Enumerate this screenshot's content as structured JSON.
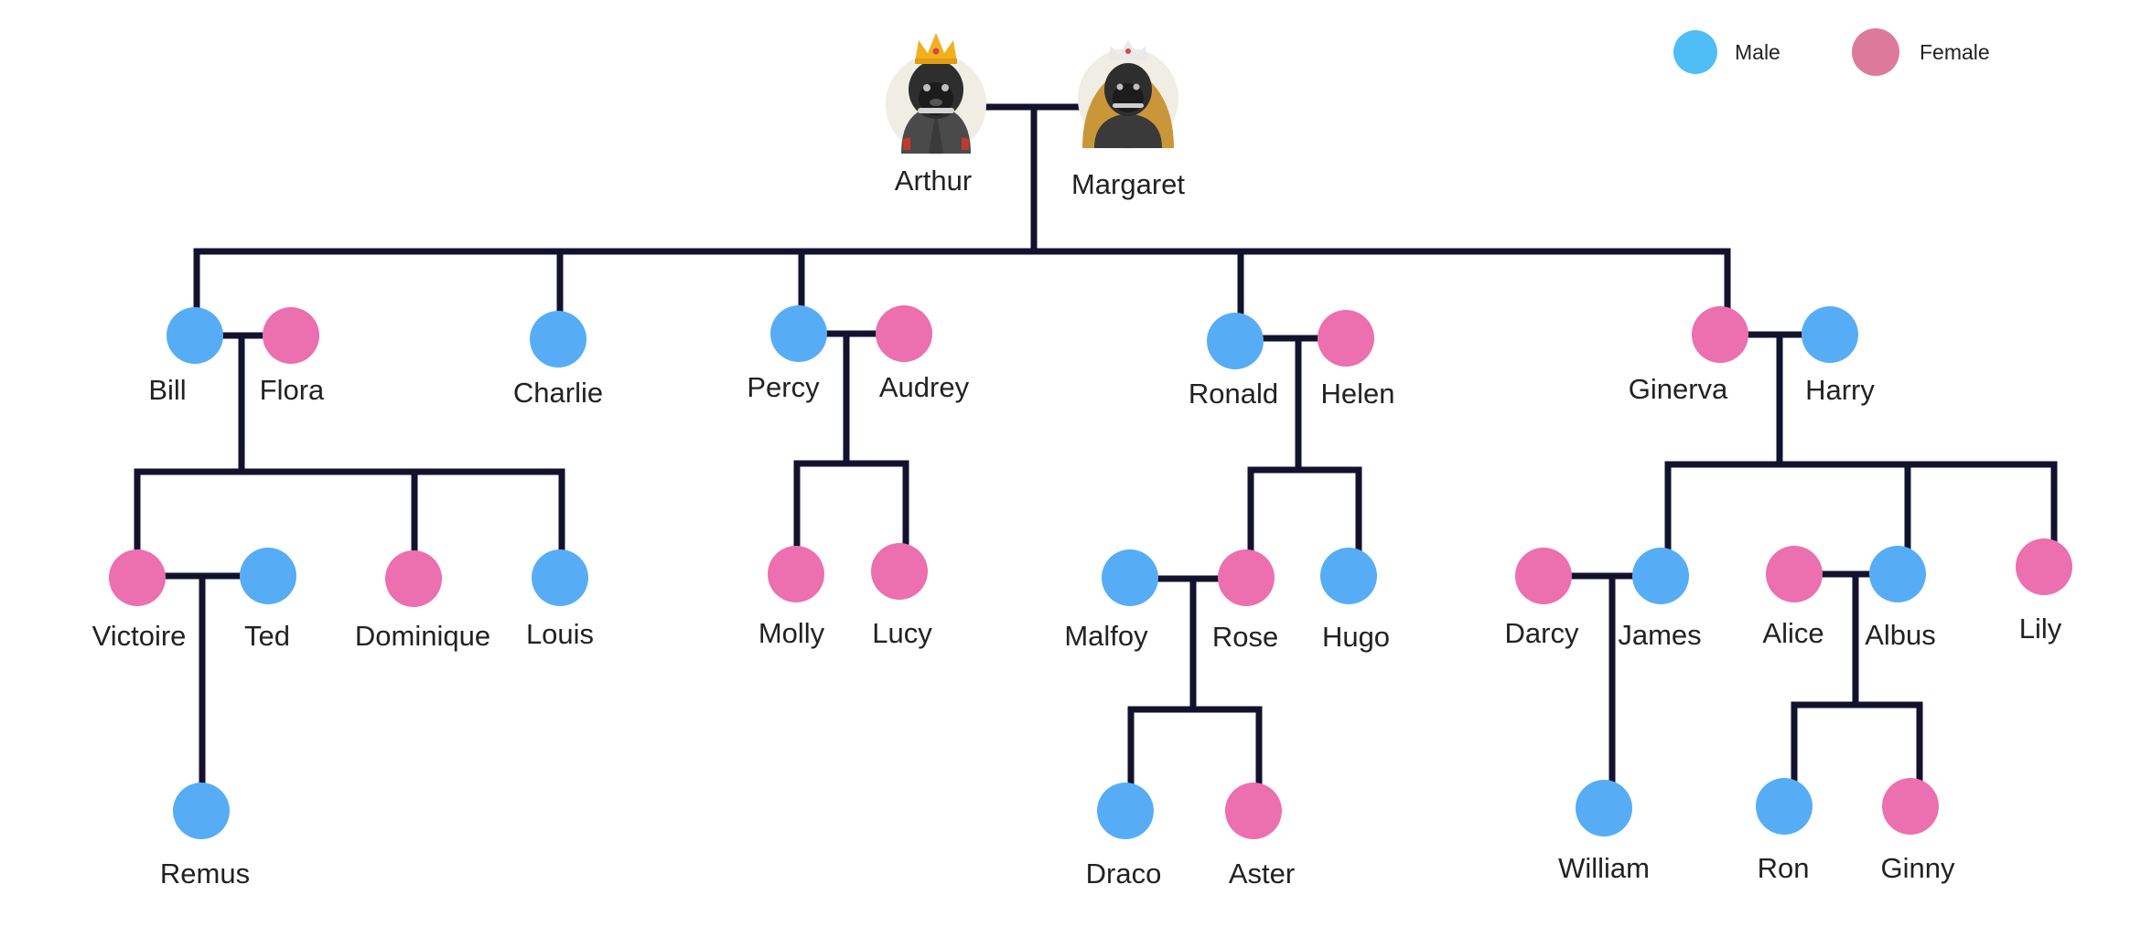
{
  "colors": {
    "male": "#56ADF5",
    "female": "#EC6FAF",
    "legend_male": "#4FBEF7",
    "legend_female": "#DD7A9B",
    "line": "#13122E",
    "text": "#222222",
    "crown_gold": "#F2B01F",
    "tiara_silver": "#E9E9E9",
    "avatar_bg": "#EFEDE4",
    "fur_dark": "#2E2E2E",
    "hair_gold": "#C9973A"
  },
  "legend": {
    "male_label": "Male",
    "female_label": "Female"
  },
  "root": {
    "husband": {
      "name": "Arthur",
      "avatar": "gorilla-king-icon"
    },
    "wife": {
      "name": "Margaret",
      "avatar": "gorilla-queen-icon"
    }
  },
  "people": [
    {
      "id": "bill",
      "name": "Bill",
      "gender": "male"
    },
    {
      "id": "flora",
      "name": "Flora",
      "gender": "female"
    },
    {
      "id": "charlie",
      "name": "Charlie",
      "gender": "male"
    },
    {
      "id": "percy",
      "name": "Percy",
      "gender": "male"
    },
    {
      "id": "audrey",
      "name": "Audrey",
      "gender": "female"
    },
    {
      "id": "ronald",
      "name": "Ronald",
      "gender": "male"
    },
    {
      "id": "helen",
      "name": "Helen",
      "gender": "female"
    },
    {
      "id": "ginerva",
      "name": "Ginerva",
      "gender": "female"
    },
    {
      "id": "harry",
      "name": "Harry",
      "gender": "male"
    },
    {
      "id": "victoire",
      "name": "Victoire",
      "gender": "female"
    },
    {
      "id": "ted",
      "name": "Ted",
      "gender": "male"
    },
    {
      "id": "dominique",
      "name": "Dominique",
      "gender": "female"
    },
    {
      "id": "louis",
      "name": "Louis",
      "gender": "male"
    },
    {
      "id": "molly",
      "name": "Molly",
      "gender": "female"
    },
    {
      "id": "lucy",
      "name": "Lucy",
      "gender": "female"
    },
    {
      "id": "malfoy",
      "name": "Malfoy",
      "gender": "male"
    },
    {
      "id": "rose",
      "name": "Rose",
      "gender": "female"
    },
    {
      "id": "hugo",
      "name": "Hugo",
      "gender": "male"
    },
    {
      "id": "darcy",
      "name": "Darcy",
      "gender": "female"
    },
    {
      "id": "james",
      "name": "James",
      "gender": "male"
    },
    {
      "id": "alice",
      "name": "Alice",
      "gender": "female"
    },
    {
      "id": "albus",
      "name": "Albus",
      "gender": "male"
    },
    {
      "id": "lily",
      "name": "Lily",
      "gender": "female"
    },
    {
      "id": "remus",
      "name": "Remus",
      "gender": "male"
    },
    {
      "id": "draco",
      "name": "Draco",
      "gender": "male"
    },
    {
      "id": "aster",
      "name": "Aster",
      "gender": "female"
    },
    {
      "id": "william",
      "name": "William",
      "gender": "male"
    },
    {
      "id": "ron",
      "name": "Ron",
      "gender": "male"
    },
    {
      "id": "ginny",
      "name": "Ginny",
      "gender": "female"
    }
  ]
}
